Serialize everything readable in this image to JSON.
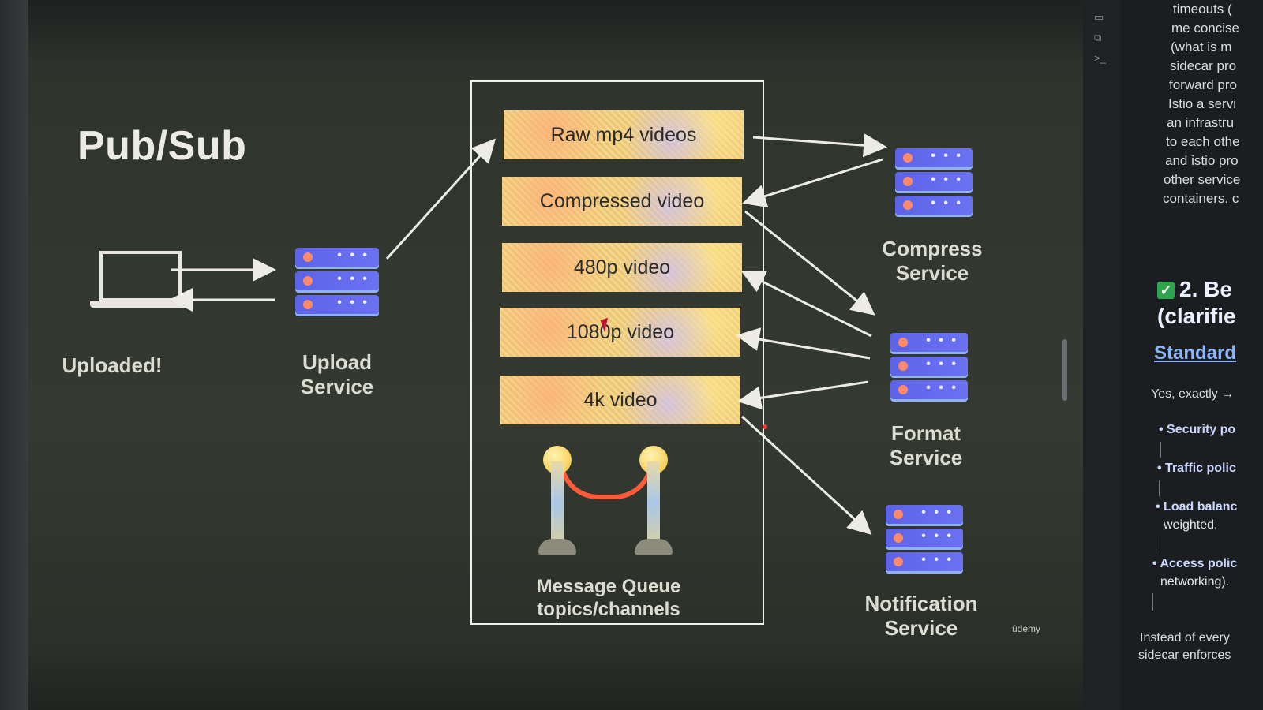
{
  "slide": {
    "title": "Pub/Sub",
    "client_label": "Uploaded!",
    "upload_service": [
      "Upload",
      "Service"
    ],
    "queue_label": [
      "Message Queue",
      "topics/channels"
    ],
    "topics": [
      "Raw mp4 videos",
      "Compressed video",
      "480p video",
      "1080p video",
      "4k video"
    ],
    "compress_service": [
      "Compress",
      "Service"
    ],
    "format_service": [
      "Format",
      "Service"
    ],
    "notification_service": [
      "Notification",
      "Service"
    ],
    "watermark": "ûdemy",
    "server_dots": "• • •"
  },
  "side_panel": {
    "top_lines": [
      "timeouts (",
      "me concise",
      "(what is m",
      "sidecar pro",
      "forward pro",
      "Istio a servi",
      "an infrastru",
      "to each othe",
      "and istio pro",
      "other service",
      "containers. c"
    ],
    "heading_line1": "2. Be",
    "heading_line2": "(clarifie",
    "link": "Standard",
    "answer": "Yes, exactly →",
    "bullets": [
      "Security po",
      "Traffic polic",
      "Load balanc",
      "Access polic"
    ],
    "bullet_subs": [
      "weighted.",
      "networking)."
    ],
    "bottom_lines": [
      "Instead of every",
      "sidecar enforces"
    ]
  },
  "colors": {
    "server": "#5d63e6",
    "led": "#ff8a6a",
    "rope": "#ff5a3a",
    "link": "#8ab4f8",
    "check": "#2ea44f"
  }
}
